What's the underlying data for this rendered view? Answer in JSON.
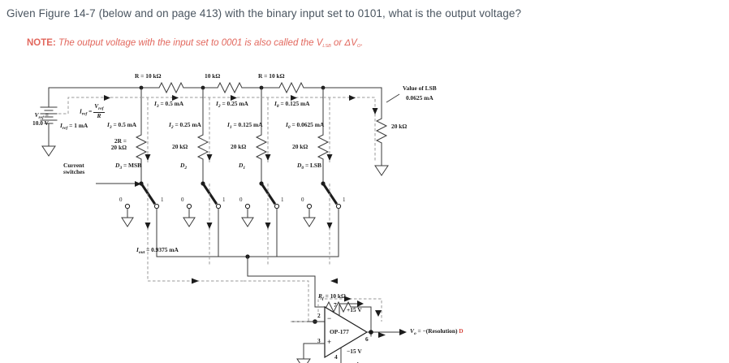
{
  "question": {
    "text": "Given Figure 14-7  (below and on page 413)  with the binary input set to 0101, what is the output voltage?",
    "note_prefix": "NOTE:",
    "note_body": "The output voltage with the input set to 0001 is also called the V",
    "note_sub1": "LSB",
    "note_mid": " or ",
    "note_delta": "ΔV",
    "note_sub2": "O",
    "note_end": "."
  },
  "colors": {
    "question_text": "#4a5560",
    "note": "#e2675d",
    "ink": "#1c1c1c",
    "dashed_current": "#8a8a8a",
    "accent_red": "#d6453d"
  },
  "figure": {
    "source": {
      "label_v": "V",
      "label_v_sub": "ref",
      "label_eq": " =",
      "value": "10.0 V"
    },
    "iref": {
      "name": "I",
      "name_sub": "ref",
      "formula_num": "V",
      "formula_num_sub": "ref",
      "formula_den": "R",
      "value_label": "I",
      "value_sub": "ref",
      "value": " = 1 mA"
    },
    "ladder_top_resistors": [
      {
        "label": "R = 10 kΩ"
      },
      {
        "label": "10 kΩ"
      },
      {
        "label": "R = 10 kΩ"
      }
    ],
    "branch_currents_top": [
      {
        "name": "I",
        "sub": "3",
        "value": " = 0.5 mA"
      },
      {
        "name": "I",
        "sub": "2",
        "value": " = 0.25 mA"
      },
      {
        "name": "I",
        "sub": "8",
        "value": " = 0.125 mA"
      }
    ],
    "branch_currents_mid": [
      {
        "name": "I",
        "sub": "3",
        "value": " = 0.5 mA"
      },
      {
        "name": "I",
        "sub": "2",
        "value": " = 0.25 mA"
      },
      {
        "name": "I",
        "sub": "1",
        "value": " = 0.125 mA"
      },
      {
        "name": "I",
        "sub": "0",
        "value": " = 0.0625 mA"
      }
    ],
    "shunt_resistors": [
      {
        "label_top": "2R =",
        "label_bot": "20 kΩ"
      },
      {
        "label": "20 kΩ"
      },
      {
        "label": "20 kΩ"
      },
      {
        "label": "20 kΩ"
      },
      {
        "label": "20 kΩ"
      }
    ],
    "lsb_callout": {
      "title": "Value of LSB",
      "value": "0.0625 mA"
    },
    "switch_group_label_line1": "Current",
    "switch_group_label_line2": "switches",
    "bit_labels": [
      {
        "name": "D",
        "sub": "3",
        "suffix": " = MSB"
      },
      {
        "name": "D",
        "sub": "2",
        "suffix": ""
      },
      {
        "name": "D",
        "sub": "1",
        "suffix": ""
      },
      {
        "name": "D",
        "sub": "0",
        "suffix": " = LSB"
      }
    ],
    "switch_positions": {
      "off": "0",
      "on": "1"
    },
    "iout": {
      "name": "I",
      "sub": "out",
      "value": " = 0.9375 mA"
    },
    "feedback_resistor": {
      "name": "R",
      "sub": "f",
      "value": " = 10 kΩ"
    },
    "opamp": {
      "part": "OP-177",
      "pin_inverting": "2",
      "pin_noninverting": "3",
      "pin_vplus": "7",
      "pin_vminus": "4",
      "pin_out": "6",
      "supply_pos": "+15 V",
      "supply_neg": "−15 V",
      "minus_sign": "−",
      "plus_sign": "+"
    },
    "output": {
      "name": "V",
      "sub": "o",
      "expr": " = −(Resolution) ",
      "digit": "D"
    }
  }
}
